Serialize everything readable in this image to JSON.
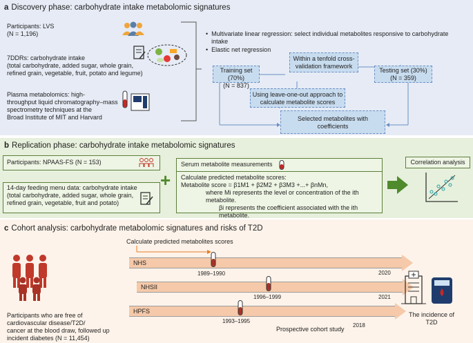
{
  "panel_a": {
    "letter": "a",
    "title": "Discovery phase: carbohydrate intake metabolomic signatures",
    "participants_line1": "Participants: LVS",
    "participants_line2": "(N = 1,196)",
    "ddr_line1": "7DDRs: carbohydrate intake",
    "ddr_line2": "(total carbohydrate, added sugar, whole grain,",
    "ddr_line3": "refined grain, vegetable, fruit, potato and legume)",
    "plasma_line1": "Plasma metabolomics: high-",
    "plasma_line2": "throughput liquid chromatography–mass",
    "plasma_line3": "spectrometry techniques at the",
    "plasma_line4": "Broad Institute of MIT and Harvard",
    "bullet1_line1": "Multivariate linear regression: select individual metabolites responsive to carbohydrate",
    "bullet1_line2": "intake",
    "bullet2": "Elastic net regression",
    "tenfold_line1": "Within a tenfold cross-",
    "tenfold_line2": "validation framework",
    "training_line1": "Training set (70%)",
    "training_line2": "(N = 837)",
    "testing_line1": "Testing set (30%)",
    "testing_line2": "(N = 359)",
    "loo_line1": "Using leave-one-out approach to",
    "loo_line2": "calculate metabolite scores",
    "selected_line1": "Selected metabolites with",
    "selected_line2": "coefficients"
  },
  "panel_b": {
    "letter": "b",
    "title": "Replication phase: carbohydrate intake metabolomic signatures",
    "participants": "Participants: NPAAS-FS (N = 153)",
    "feeding_line1": "14-day feeding menu data: carbohydrate intake",
    "feeding_line2": "(total carbohydrate, added sugar, whole grain,",
    "feeding_line3": "refined grain, vegetable, fruit and potato)",
    "serum": "Serum metabolite measurements",
    "calc_line1": "Calculate predicted metabolite scores:",
    "calc_formula": "Metabolite score = β1M1 + β2M2 + β3M3 +...+ βnMn,",
    "calc_line3": "where Mi represents the level or concentration of the ith metabolite.",
    "calc_line4": "βi represents the coefficient associated with the ith metabolite.",
    "correlation": "Correlation analysis",
    "plus": "+"
  },
  "panel_c": {
    "letter": "c",
    "title": "Cohort analysis: carbohydrate metabolomic signatures and risks of T2D",
    "calc_scores": "Calculate predicted metabolites scores",
    "cohorts": [
      {
        "name": "NHS",
        "draw": "1989–1990",
        "end": "2020"
      },
      {
        "name": "NHSII",
        "draw": "1996–1999",
        "end": "2021"
      },
      {
        "name": "HPFS",
        "draw": "1993–1995",
        "end": "2018"
      }
    ],
    "participants_line1": "Participants who are free of",
    "participants_line2": "cardiovascular disease/T2D/",
    "participants_line3": "cancer at the blood draw, followed up",
    "participants_line4": "incident diabetes (N = 11,454)",
    "prospective": "Prospective cohort study",
    "incidence_line1": "The incidence of",
    "incidence_line2": "T2D"
  },
  "colors": {
    "panel_a_bg": "#e6ebf5",
    "panel_b_bg": "#e7f0dc",
    "panel_c_bg": "#fdf3ea",
    "box_blue": "#c8dcef",
    "green_arrow": "#4f8a2c",
    "people_red": "#c0392b",
    "timeline": "#f5c9a9"
  }
}
